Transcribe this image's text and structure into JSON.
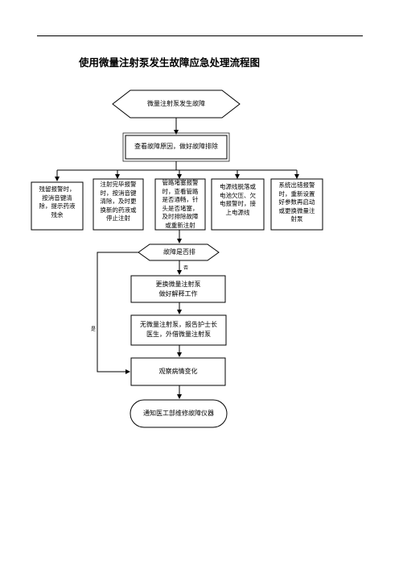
{
  "title": "使用微量注射泵发生故障应急处理流程图",
  "nodes": {
    "start": "微量注射泵发生故障",
    "check": "查看故障原因，做好故障排除",
    "causes": [
      "残留报警时，\n按消音键清\n除，提示药液\n残余",
      "注射完毕报警\n时，按消音键\n清除，及时更\n换新的药液或\n停止注射",
      "管路堵塞报警\n时，查看管路\n是否通畅，针\n头是否堵塞，\n及时排除故障\n或重新注射",
      "电源线脱落或\n电池欠压、欠\n电报警时，接\n上电源线",
      "系统出错报警\n时，重新设置\n好参数再启动\n或更换微量注\n射泵"
    ],
    "decision": "故障是否排",
    "replace": "更换微量注射泵\n做好解释工作",
    "no_pump": "无微量注射泵，报告护士长\n医生，外借微量注射泵",
    "observe": "观察病情变化",
    "notify": "通知医工部维修故障仪器"
  },
  "edge_labels": {
    "no": "否",
    "yes": "是"
  }
}
